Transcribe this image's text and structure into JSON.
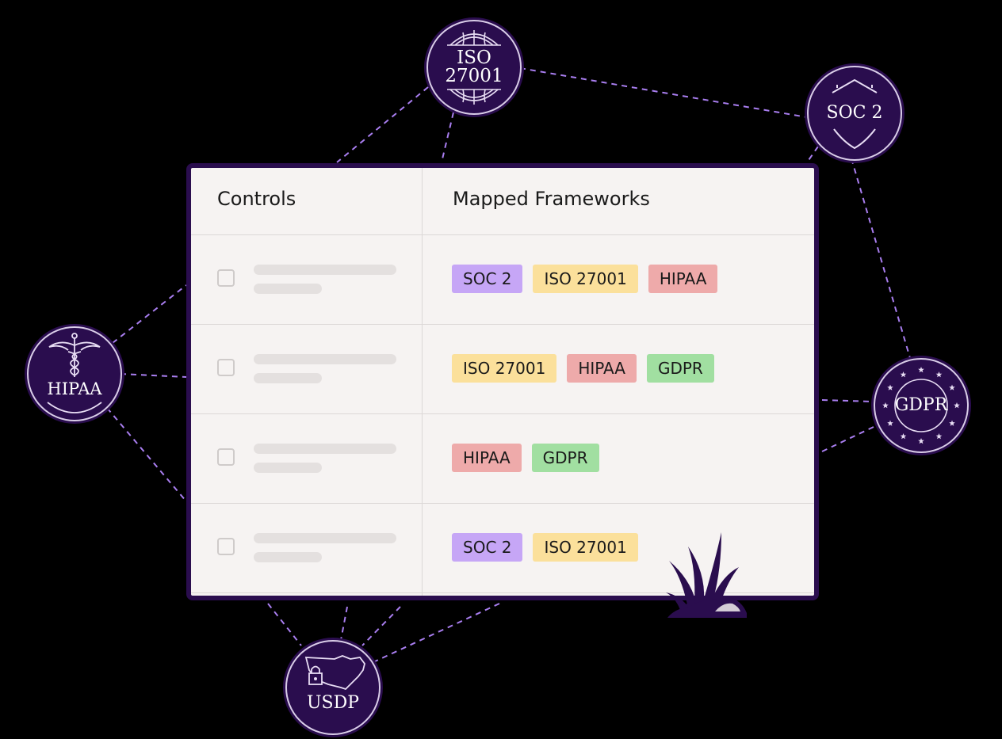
{
  "table": {
    "col_controls": "Controls",
    "col_frameworks": "Mapped Frameworks",
    "rows": [
      {
        "tags": [
          "SOC 2",
          "ISO 27001",
          "HIPAA"
        ]
      },
      {
        "tags": [
          "ISO 27001",
          "HIPAA",
          "GDPR"
        ]
      },
      {
        "tags": [
          "HIPAA",
          "GDPR"
        ]
      },
      {
        "tags": [
          "SOC 2",
          "ISO 27001"
        ]
      }
    ]
  },
  "badges": {
    "iso_line1": "ISO",
    "iso_line2": "27001",
    "soc": "SOC 2",
    "hipaa": "HIPAA",
    "gdpr": "GDPR",
    "usdp": "USDP"
  },
  "colors": {
    "badge_bg": "#2a0d4e",
    "connector": "#a97ef0",
    "tag_soc": "#c6a6f6",
    "tag_iso": "#fbe09b",
    "tag_hipaa": "#eeaaaa",
    "tag_gdpr": "#a1dfa1"
  }
}
